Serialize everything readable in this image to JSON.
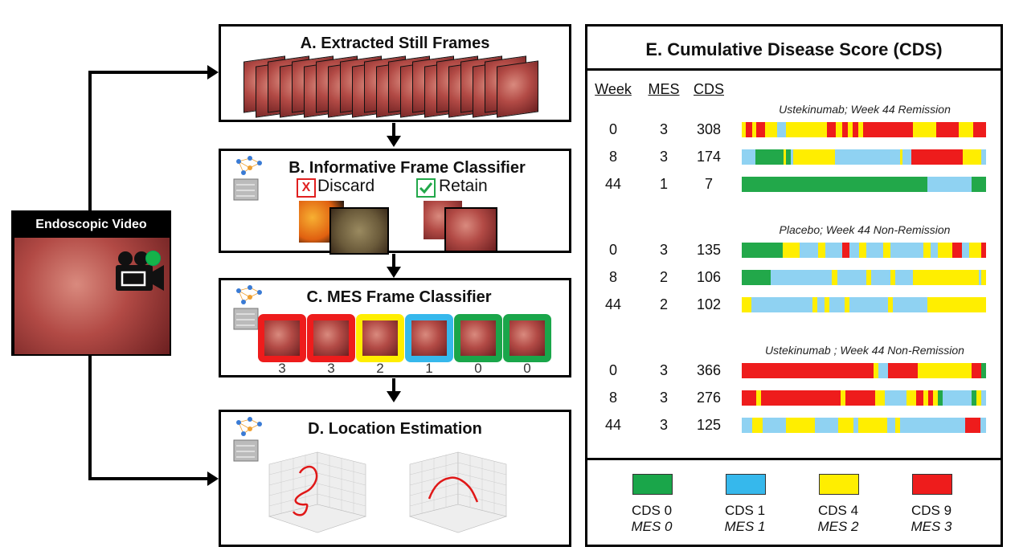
{
  "video": {
    "label": "Endoscopic Video"
  },
  "panels": {
    "a": {
      "title": "A. Extracted Still Frames"
    },
    "b": {
      "title": "B. Informative Frame Classifier",
      "discard_label": "Discard",
      "retain_label": "Retain",
      "discard_mark": "X"
    },
    "c": {
      "title": "C. MES Frame Classifier",
      "scores": [
        "3",
        "3",
        "2",
        "1",
        "0",
        "0"
      ]
    },
    "d": {
      "title": "D. Location Estimation"
    },
    "e": {
      "title": "E. Cumulative Disease Score (CDS)",
      "headers": {
        "week": "Week",
        "mes": "MES",
        "cds": "CDS"
      },
      "groups": [
        {
          "title": "Ustekinumab; Week 44 Remission",
          "rows": [
            {
              "week": "0",
              "mes": "3",
              "cds": "308"
            },
            {
              "week": "8",
              "mes": "3",
              "cds": "174"
            },
            {
              "week": "44",
              "mes": "1",
              "cds": "7"
            }
          ]
        },
        {
          "title": "Placebo; Week 44 Non-Remission",
          "rows": [
            {
              "week": "0",
              "mes": "3",
              "cds": "135"
            },
            {
              "week": "8",
              "mes": "2",
              "cds": "106"
            },
            {
              "week": "44",
              "mes": "2",
              "cds": "102"
            }
          ]
        },
        {
          "title": "Ustekinumab ; Week 44 Non-Remission",
          "rows": [
            {
              "week": "0",
              "mes": "3",
              "cds": "366"
            },
            {
              "week": "8",
              "mes": "3",
              "cds": "276"
            },
            {
              "week": "44",
              "mes": "3",
              "cds": "125"
            }
          ]
        }
      ],
      "legend": [
        {
          "cds": "CDS 0",
          "mes": "MES 0",
          "color": "#1aa64a"
        },
        {
          "cds": "CDS 1",
          "mes": "MES 1",
          "color": "#36b8ec"
        },
        {
          "cds": "CDS 4",
          "mes": "MES 2",
          "color": "#ffee00"
        },
        {
          "cds": "CDS 9",
          "mes": "MES 3",
          "color": "#ee1c1c"
        }
      ]
    }
  },
  "colors": {
    "mes0": "#1aa64a",
    "mes1": "#36b8ec",
    "mes2": "#ffee00",
    "mes3": "#ee1c1c",
    "mes1_strip": "#8fd2f2",
    "mes0_strip": "#22a84a"
  }
}
